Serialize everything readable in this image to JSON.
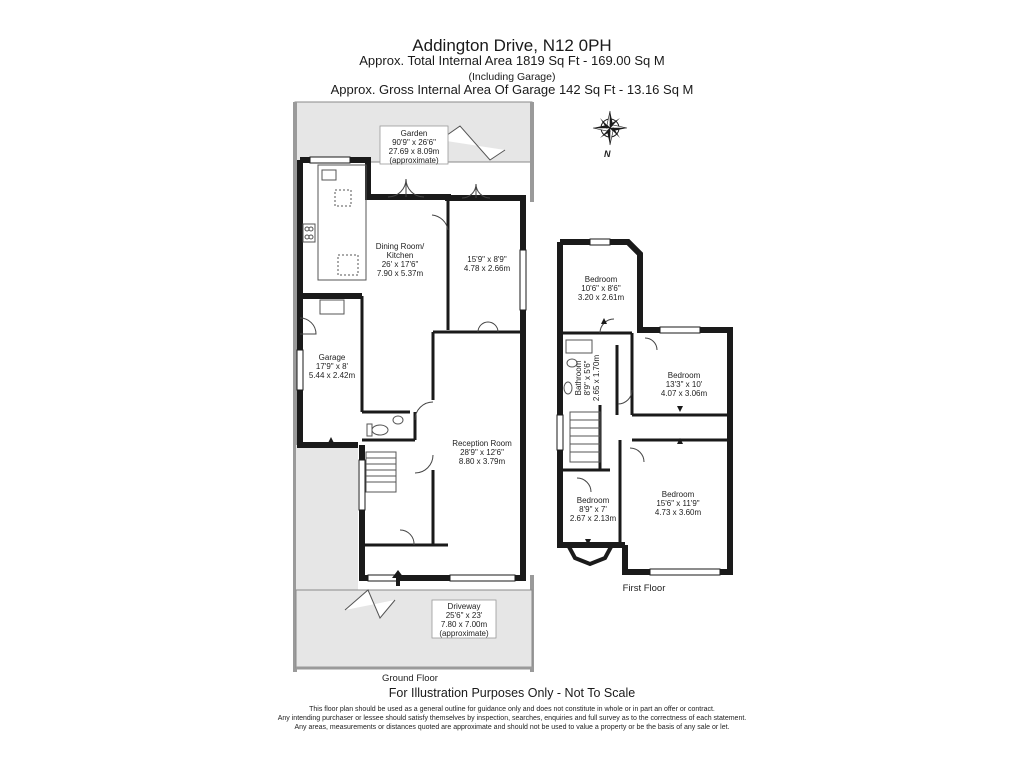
{
  "header": {
    "title": "Addington Drive, N12 0PH",
    "total_area": "Approx. Total Internal Area  1819 Sq Ft  -  169.00 Sq M",
    "total_area_note": "(Including Garage)",
    "garage_area": "Approx. Gross Internal Area Of Garage  142 Sq Ft  -  13.16 Sq M"
  },
  "compass": {
    "label": "N",
    "icon": "compass-rose-icon"
  },
  "ground_floor": {
    "label": "Ground Floor",
    "rooms": {
      "garden": {
        "name": "Garden",
        "imperial": "90'9\" x 26'6\"",
        "metric": "27.69 x 8.09m",
        "note": "(approximate)"
      },
      "dining": {
        "name": "Dining Room/",
        "name2": "Kitchen",
        "imperial": "26' x 17'6\"",
        "metric": "7.90 x 5.37m"
      },
      "back_room": {
        "imperial": "15'9\" x 8'9\"",
        "metric": "4.78 x 2.66m"
      },
      "garage": {
        "name": "Garage",
        "imperial": "17'9\" x 8'",
        "metric": "5.44 x 2.42m"
      },
      "reception": {
        "name": "Reception Room",
        "imperial": "28'9\" x 12'6\"",
        "metric": "8.80 x 3.79m"
      },
      "driveway": {
        "name": "Driveway",
        "imperial": "25'6\" x 23'",
        "metric": "7.80 x 7.00m",
        "note": "(approximate)"
      }
    }
  },
  "first_floor": {
    "label": "First Floor",
    "rooms": {
      "bed_back": {
        "name": "Bedroom",
        "imperial": "10'6\" x 8'6\"",
        "metric": "3.20 x 2.61m"
      },
      "bed_mid": {
        "name": "Bedroom",
        "imperial": "13'3\" x 10'",
        "metric": "4.07 x 3.06m"
      },
      "bathroom": {
        "name": "Bathroom",
        "imperial": "8'9\" x 5'6\"",
        "metric": "2.65 x 1.70m"
      },
      "bed_small": {
        "name": "Bedroom",
        "imperial": "8'9\" x 7'",
        "metric": "2.67 x 2.13m"
      },
      "bed_front": {
        "name": "Bedroom",
        "imperial": "15'6\" x 11'9\"",
        "metric": "4.73 x 3.60m"
      }
    }
  },
  "footer": {
    "illustration": "For Illustration Purposes Only - Not To Scale",
    "disclaimer1": "This floor plan should be used as a general outline for guidance only and does not constitute in whole or in part an offer or contract.",
    "disclaimer2": "Any intending purchaser or lessee should satisfy themselves by inspection, searches, enquiries and full survey as to the correctness of each statement.",
    "disclaimer3": "Any areas, measurements or distances quoted are approximate and should not be used to value a property or be the basis of any sale or let."
  }
}
